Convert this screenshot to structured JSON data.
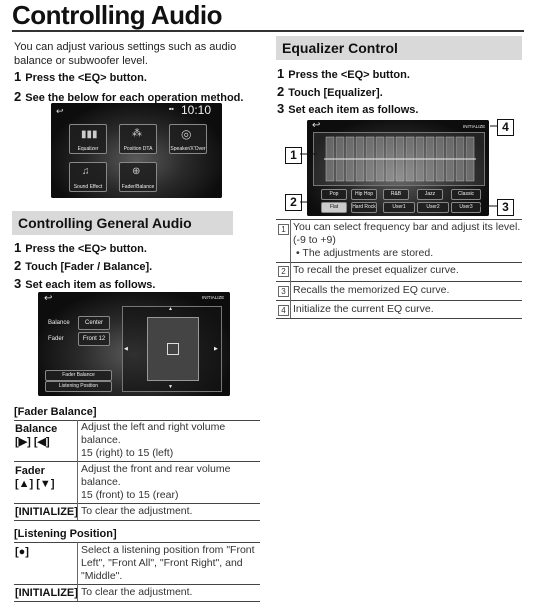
{
  "title": "Controlling Audio",
  "intro": "You can adjust various settings such as audio balance or subwoofer level.",
  "left_steps": [
    {
      "num": "1",
      "text": "Press the <EQ> button."
    },
    {
      "num": "2",
      "text": "See the below for each operation method."
    }
  ],
  "menu_screen": {
    "clock": "10:10",
    "tiles": [
      "Equalizer",
      "Position DTA",
      "Speaker/X'Over",
      "Sound Effect",
      "Fader/Balance"
    ]
  },
  "general": {
    "heading": "Controlling General Audio",
    "steps": [
      {
        "num": "1",
        "text": "Press the <EQ> button."
      },
      {
        "num": "2",
        "text": "Touch [Fader / Balance]."
      },
      {
        "num": "3",
        "text": "Set each item as follows."
      }
    ],
    "screen": {
      "initial_btn": "INITIALIZE",
      "balance_label": "Balance",
      "balance_value": "Center",
      "fader_label": "Fader",
      "fader_value": "Front 12",
      "tab_fader": "Fader Balance",
      "tab_listening": "Listening Position"
    }
  },
  "fader_table": {
    "heading": "[Fader Balance]",
    "rows": [
      {
        "key": "Balance",
        "keys2": "[▶] [◀]",
        "lines": [
          "Adjust the left and right volume",
          "balance.",
          "15 (right) to 15 (left)"
        ]
      },
      {
        "key": "Fader",
        "keys2": "[▲] [▼]",
        "lines": [
          "Adjust the front and rear volume",
          "balance.",
          "15 (front) to 15 (rear)"
        ]
      },
      {
        "key": "[INITIALIZE]",
        "keys2": "",
        "lines": [
          "To clear the adjustment."
        ]
      }
    ]
  },
  "listening_table": {
    "heading": "[Listening Position]",
    "rows": [
      {
        "key": "[●]",
        "lines": [
          "Select a listening position from \"Front",
          "Left\", \"Front All\", \"Front Right\", and",
          "\"Middle\"."
        ]
      },
      {
        "key": "[INITIALIZE]",
        "lines": [
          "To clear the adjustment."
        ]
      }
    ]
  },
  "eq": {
    "heading": "Equalizer Control",
    "steps": [
      {
        "num": "1",
        "text": "Press the <EQ> button."
      },
      {
        "num": "2",
        "text": "Touch [Equalizer]."
      },
      {
        "num": "3",
        "text": "Set each item as follows."
      }
    ],
    "screen": {
      "initial_btn": "INITIALIZE",
      "presets_row1": [
        "Pop",
        "Hip Hop",
        "R&B",
        "Jazz",
        "Classic"
      ],
      "presets_row2": [
        "Flat",
        "Hard Rock",
        "User1",
        "User2",
        "User3"
      ]
    },
    "callouts": [
      "1",
      "2",
      "3",
      "4"
    ],
    "notes": [
      {
        "num": "1",
        "lines": [
          "You can select frequency bar and adjust its level.",
          "(-9 to +9)",
          "• The adjustments are stored."
        ]
      },
      {
        "num": "2",
        "lines": [
          "To recall the preset equalizer curve."
        ]
      },
      {
        "num": "3",
        "lines": [
          "Recalls the memorized EQ curve."
        ]
      },
      {
        "num": "4",
        "lines": [
          "Initialize the current EQ curve."
        ]
      }
    ]
  }
}
